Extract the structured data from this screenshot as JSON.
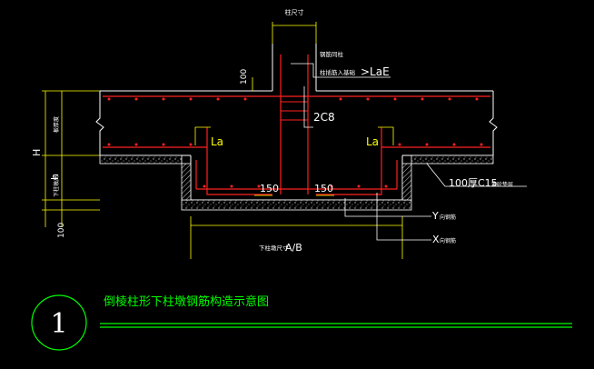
{
  "colors": {
    "background": "#000000",
    "outline": "#ffffff",
    "rebar": "#ff2020",
    "dimension": "#ffff00",
    "stirrup": "#ff2020",
    "title": "#00ff00",
    "leader": "#ffffff"
  },
  "labels": {
    "column_size": "柱尺寸",
    "column_rebar": "钢筋同柱",
    "column_anchor": "柱插筋入基础",
    "anchor_len": ">LaE",
    "dim_100_top": "100",
    "stirrup": "2C8",
    "la_left": "La",
    "la_right": "La",
    "h_label": "H",
    "h_small": "h",
    "dim_150_left": "150",
    "dim_150_right": "150",
    "cushion": "100厚C15",
    "cushion_tail": "素砼垫层",
    "y_dir": "Y",
    "y_dir_tail": "向钢筋",
    "x_dir": "X",
    "x_dir_tail": "向钢筋",
    "base_size": "下柱墩尺寸",
    "base_size_ab": "A/B",
    "dim_100_bottom": "100",
    "left_vert_1": "板厚度",
    "left_vert_2": "下柱墩高"
  },
  "title": {
    "number": "1",
    "text": "倒棱柱形下柱墩钢筋构造示意图"
  }
}
